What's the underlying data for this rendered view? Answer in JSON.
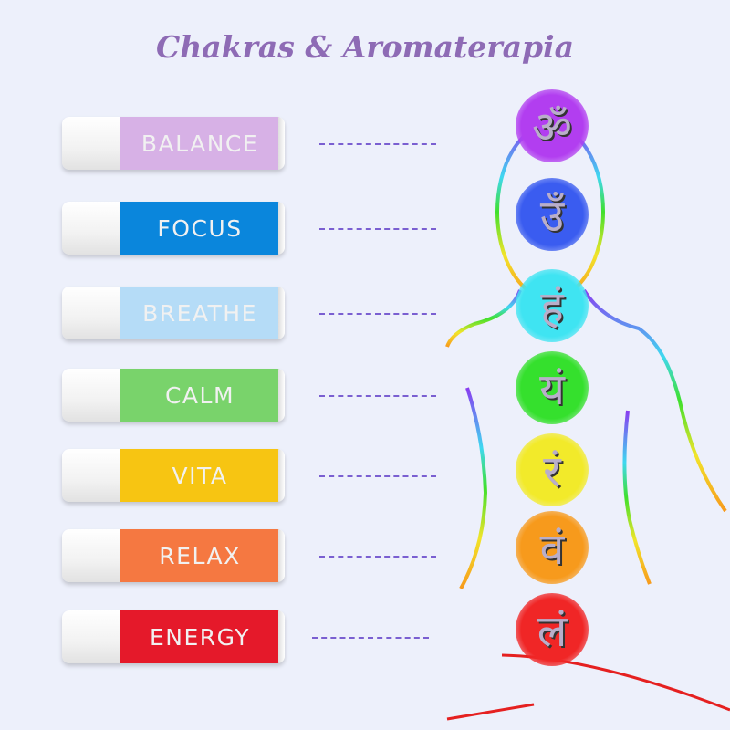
{
  "title": "Chakras & Aromaterapia",
  "products": [
    {
      "label": "BALANCE",
      "color": "#d7b1e6"
    },
    {
      "label": "FOCUS",
      "color": "#0a86dc"
    },
    {
      "label": "BREATHE",
      "color": "#b5dcf7"
    },
    {
      "label": "CALM",
      "color": "#79d36b"
    },
    {
      "label": "VITA",
      "color": "#f7c512"
    },
    {
      "label": "RELAX",
      "color": "#f57841"
    },
    {
      "label": "ENERGY",
      "color": "#e5192a"
    }
  ],
  "chakras": [
    {
      "glyph": "ॐ",
      "color": "#b23ef0"
    },
    {
      "glyph": "उँ",
      "color": "#3a5cf0"
    },
    {
      "glyph": "हं",
      "color": "#3fe4f2"
    },
    {
      "glyph": "यं",
      "color": "#35e02d"
    },
    {
      "glyph": "रं",
      "color": "#f2ea2a"
    },
    {
      "glyph": "वं",
      "color": "#f79a1c"
    },
    {
      "glyph": "लं",
      "color": "#f02626"
    }
  ]
}
